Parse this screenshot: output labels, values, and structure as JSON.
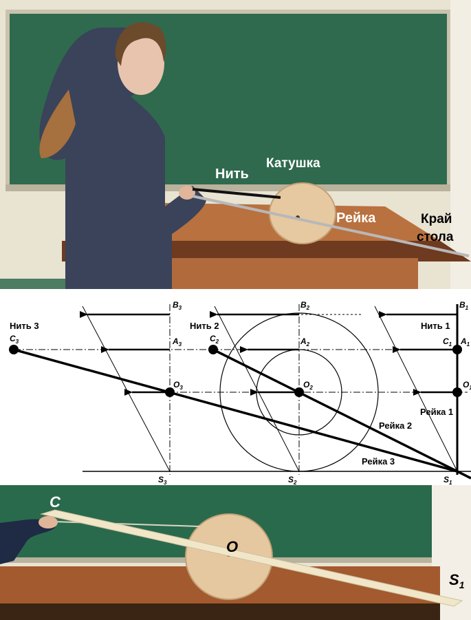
{
  "top_photo": {
    "labels": {
      "thread": "Нить",
      "spool": "Катушка",
      "rail": "Рейка",
      "table_edge_line1": "Край",
      "table_edge_line2": "стола"
    },
    "colors": {
      "board": "#2f6a4e",
      "wall": "#ece6d6",
      "desk": "#b06a3c",
      "label_white": "#ffffff",
      "label_black": "#000000"
    }
  },
  "diagram": {
    "thread_labels": {
      "n1": "Нить 1",
      "n2": "Нить 2",
      "n3": "Нить 3"
    },
    "rail_labels": {
      "r1": "Рейка 1",
      "r2": "Рейка 2",
      "r3": "Рейка 3"
    },
    "points": {
      "B": "B",
      "A": "A",
      "C": "C",
      "O": "O",
      "S": "S",
      "idx1": "1",
      "idx2": "2",
      "idx3": "3"
    }
  },
  "bottom_photo": {
    "labels": {
      "c": "C",
      "o": "O",
      "s": "S",
      "s_index": "1"
    },
    "colors": {
      "board": "#2a6a4c",
      "desk": "#a35a2e"
    }
  }
}
